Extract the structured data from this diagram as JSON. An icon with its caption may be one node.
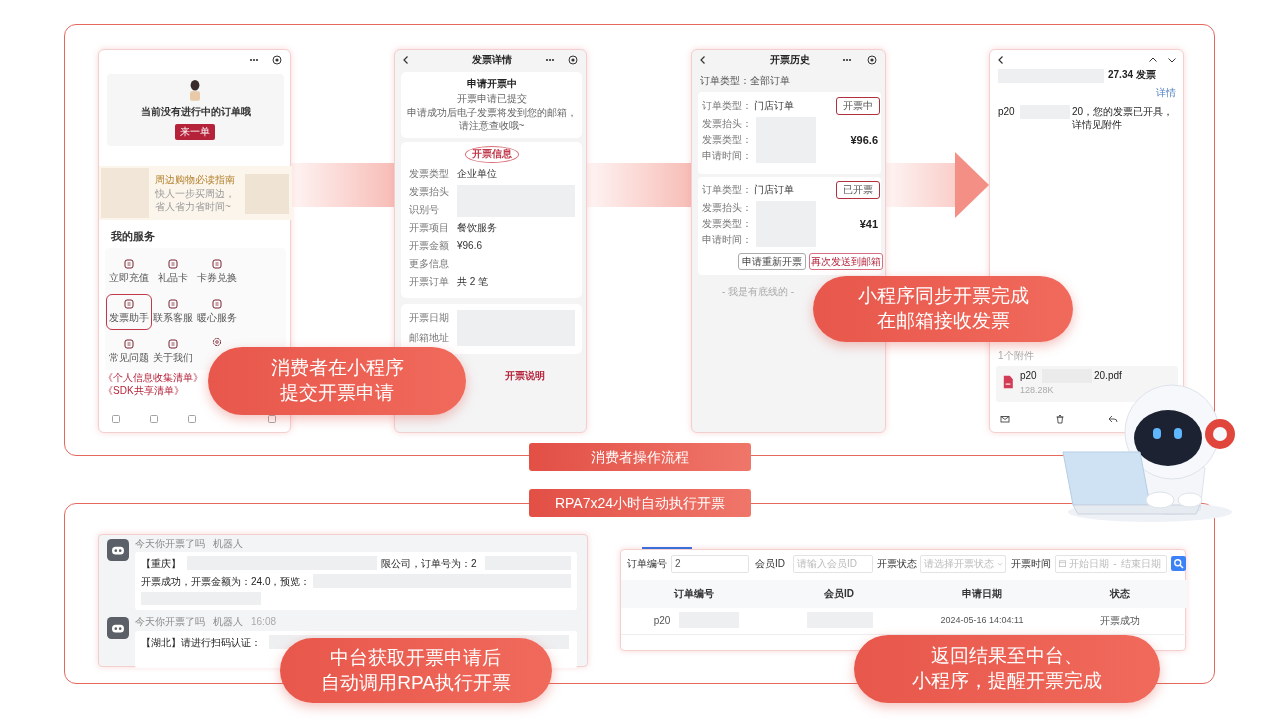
{
  "diagram": {
    "nodes": [
      {
        "text": [
          "消费者操作流程"
        ]
      },
      {
        "text": [
          "当前没有进行中的订单哦",
          "来一单",
          "周边购物必读指南",
          "快人一步买周边，省人省力省时间~",
          "我的服务",
          "立即充值",
          "礼品卡",
          "卡券兑换",
          "发票助手",
          "联系客服",
          "暖心服务",
          "常见问题",
          "关于我们",
          "《个人信息收集清单》《SDK共享清单》"
        ],
        "in": 0
      },
      {
        "text": [
          "发票详情",
          "申请开票中",
          "开票申请已提交",
          "申请成功后电子发票将发到您的邮箱，请注意查收哦~",
          "开票信息",
          "发票类型",
          "企业单位",
          "发票抬头",
          "识别号",
          "开票项目",
          "餐饮服务",
          "开票金额",
          "¥96.6",
          "更多信息",
          "开票订单",
          "共 2 笔",
          "开票日期",
          "邮箱地址",
          "开票说明"
        ],
        "in": 0
      },
      {
        "text": [
          "开票历史",
          "订单类型：全部订单",
          "订单类型：",
          "门店订单",
          "开票中",
          "发票抬头：",
          "发票类型：",
          "申请时间：",
          "¥96.6",
          "订单类型：",
          "门店订单",
          "已开票",
          "发票抬头：",
          "发票类型：",
          "申请时间：",
          "¥41",
          "申请重新开票",
          "再次发送到邮箱",
          "- 我是有底线的 -"
        ],
        "in": 0
      },
      {
        "text": [
          "27.34 发票",
          "详情",
          "p20",
          "20，您的发票已开具，详情见附件",
          "1个附件",
          "p20",
          "20.pdf",
          "128.28K"
        ],
        "in": 0
      },
      {
        "text": [
          "消费者在小程序提交开票申请"
        ],
        "in": 0
      },
      {
        "text": [
          "小程序同步开票完成在邮箱接收发票"
        ],
        "in": 0
      },
      {
        "text": [
          "RPA7x24小时自动执行开票"
        ]
      },
      {
        "text": [
          "今天你开票了吗",
          "机器人",
          "【重庆】",
          "限公司，订单号为：2",
          "开票成功，开票金额为：24.0，预览：",
          "今天你开票了吗",
          "机器人",
          "16:08",
          "【湖北】请进行扫码认证："
        ],
        "in": 7
      },
      {
        "text": [
          "订单编号",
          "2",
          "会员ID",
          "请输入会员ID",
          "开票状态",
          "请选择开票状态",
          "开票时间",
          "开始日期",
          "-",
          "结束日期",
          "订单编号",
          "会员ID",
          "申请日期",
          "状态",
          "p20",
          "2024-05-16 14:04:11",
          "开票成功"
        ],
        "in": 7
      },
      {
        "text": [
          "中台获取开票申请后自动调用RPA执行开票"
        ]
      },
      {
        "text": [
          "返回结果至中台、小程序，提醒开票完成"
        ]
      }
    ],
    "edges": [
      {
        "from": 1,
        "to": 2,
        "arrow": "none"
      },
      {
        "from": 2,
        "to": 3,
        "arrow": "none"
      },
      {
        "from": 3,
        "to": 4,
        "arrow": "to"
      }
    ]
  }
}
